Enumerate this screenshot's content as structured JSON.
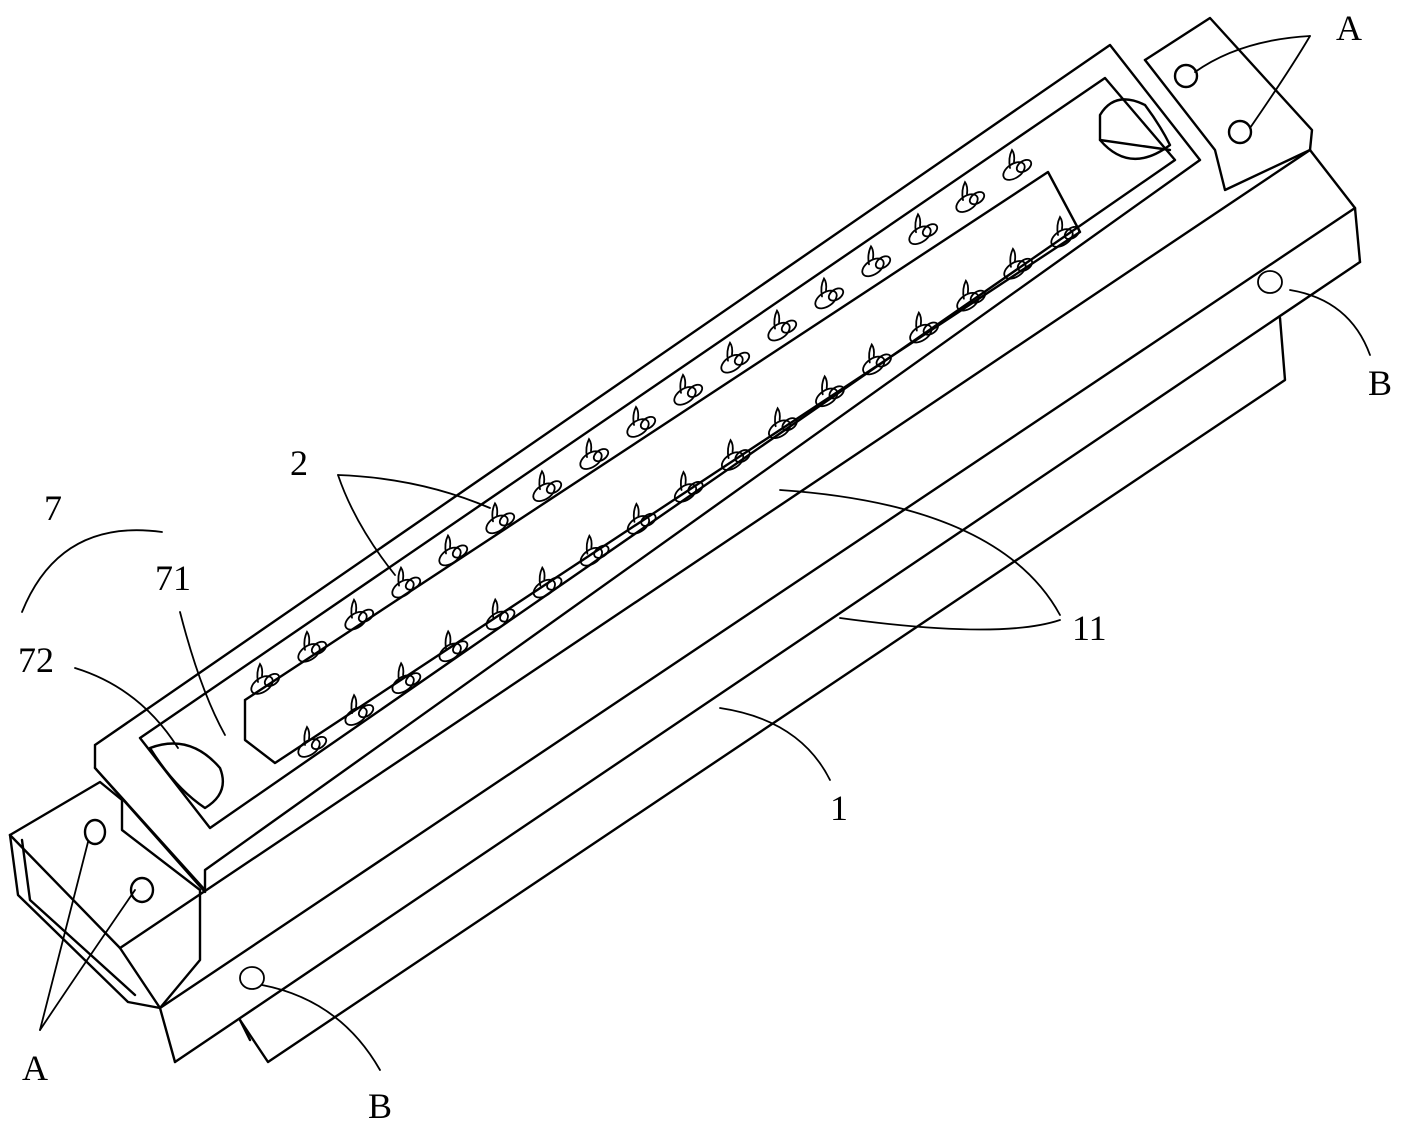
{
  "figure": {
    "labels": {
      "a_top": "A",
      "a_bottom": "A",
      "b_right": "B",
      "b_bottom": "B",
      "label_2": "2",
      "label_7": "7",
      "label_71": "71",
      "label_72": "72",
      "label_11": "11",
      "label_1": "1"
    },
    "pin_count_top_row": 17,
    "pin_count_bottom_row": 17,
    "colors": {
      "line": "#000000",
      "background": "#ffffff"
    }
  }
}
